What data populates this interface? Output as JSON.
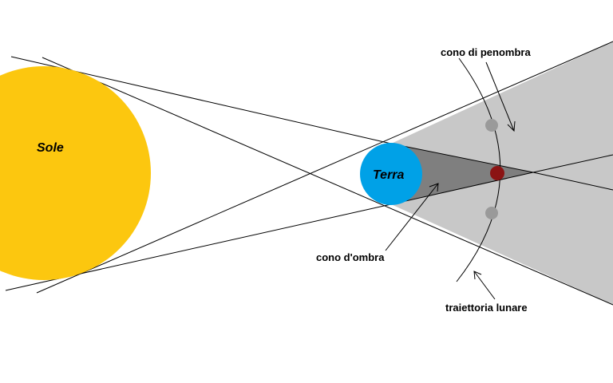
{
  "labels": {
    "sun": "Sole",
    "earth": "Terra",
    "penumbra": "cono di penombra",
    "umbra": "cono d'ombra",
    "orbit": "traiettoria lunare"
  },
  "colors": {
    "sun": "#FCC70F",
    "earth": "#00A1E7",
    "penumbra": "#C8C8C8",
    "umbra": "#7F7F7F",
    "moon_eclipsed": "#8B1414",
    "moon": "#9A9A9A",
    "line": "#000000"
  }
}
